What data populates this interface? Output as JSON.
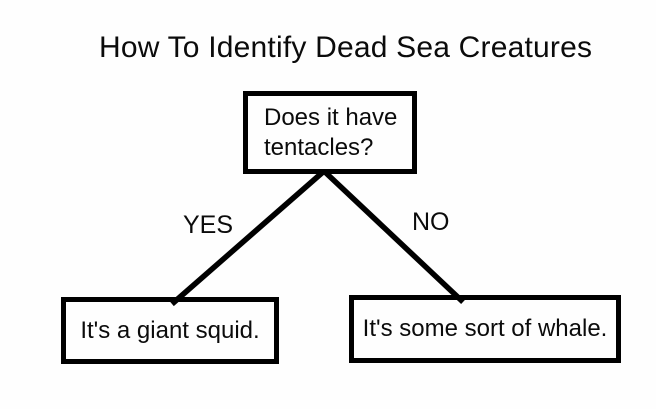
{
  "diagram": {
    "title": "How To Identify Dead Sea Creatures",
    "type": "flowchart",
    "root": {
      "text": "Does it have tentacles?"
    },
    "branches": [
      {
        "label": "YES",
        "result": "It's a giant squid."
      },
      {
        "label": "NO",
        "result": "It's some sort of whale."
      }
    ],
    "colors": {
      "background": "#ffffff",
      "stroke": "#000000",
      "text": "#0b0b0b"
    }
  }
}
